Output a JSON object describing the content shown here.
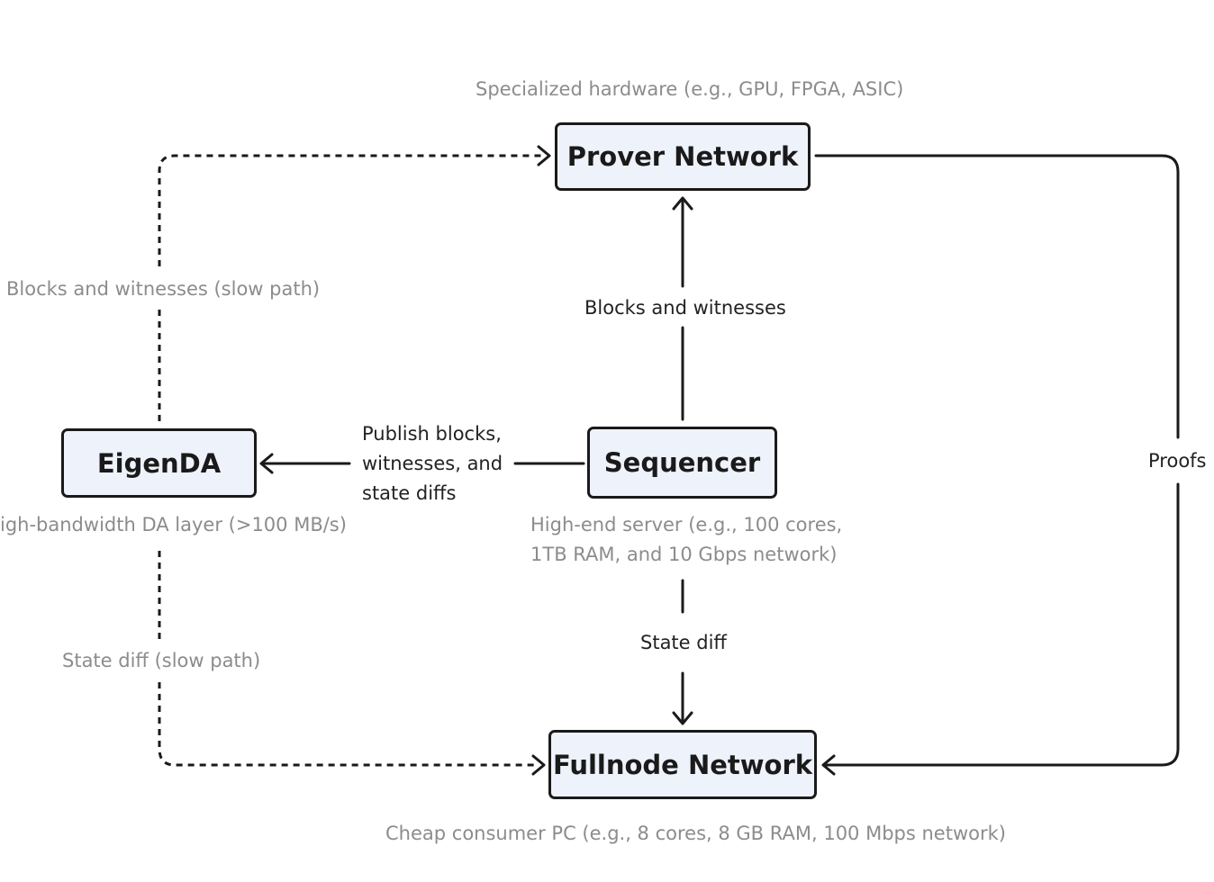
{
  "nodes": {
    "prover": "Prover Network",
    "eigenda": "EigenDA",
    "sequencer": "Sequencer",
    "fullnode": "Fullnode Network"
  },
  "edge_labels": {
    "blocks_witnesses": "Blocks and witnesses",
    "blocks_witnesses_slow": "Blocks and witnesses (slow path)",
    "publish": [
      "Publish blocks,",
      "witnesses, and",
      "state diffs"
    ],
    "state_diff": "State diff",
    "state_diff_slow": "State diff (slow path)",
    "proofs": "Proofs"
  },
  "annotations": {
    "prover_hw": "Specialized hardware (e.g., GPU, FPGA, ASIC)",
    "eigenda_hw": "igh-bandwidth DA layer (>100 MB/s)",
    "sequencer_hw": [
      "High-end server (e.g., 100 cores,",
      "1TB RAM, and 10 Gbps network)"
    ],
    "fullnode_hw": "Cheap consumer PC (e.g., 8 cores, 8 GB RAM, 100 Mbps network)"
  },
  "colors": {
    "node_fill": "#eef2fb",
    "stroke": "#1a1a1a",
    "annotation_text": "#8c8c8c",
    "label_text": "#222222"
  }
}
